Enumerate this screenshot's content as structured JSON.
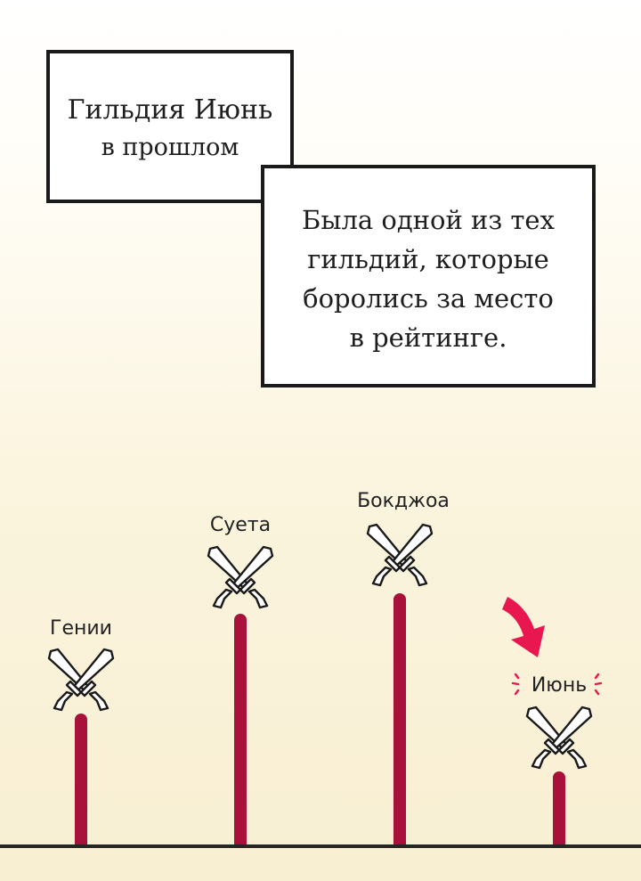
{
  "caption_top": {
    "line1": "Гильдия Июнь",
    "line2": "в прошлом"
  },
  "caption_main": {
    "line1": "Была одной из тех",
    "line2": "гильдий, которые",
    "line3": "боролись за место",
    "line4": "в рейтинге."
  },
  "guilds": [
    {
      "name": "Гении",
      "rank_level": 0.49
    },
    {
      "name": "Суета",
      "rank_level": 0.83
    },
    {
      "name": "Бокджоа",
      "rank_level": 0.98
    },
    {
      "name": "Июнь",
      "rank_level": 0.26,
      "highlighted": true
    }
  ],
  "colors": {
    "bar": "#a8123a",
    "highlight_arrow": "#e8174f",
    "ink": "#1a1a1a"
  },
  "icons": {
    "guild_emblem": "crossed-swords-icon",
    "pointer": "curved-arrow-down-icon"
  }
}
